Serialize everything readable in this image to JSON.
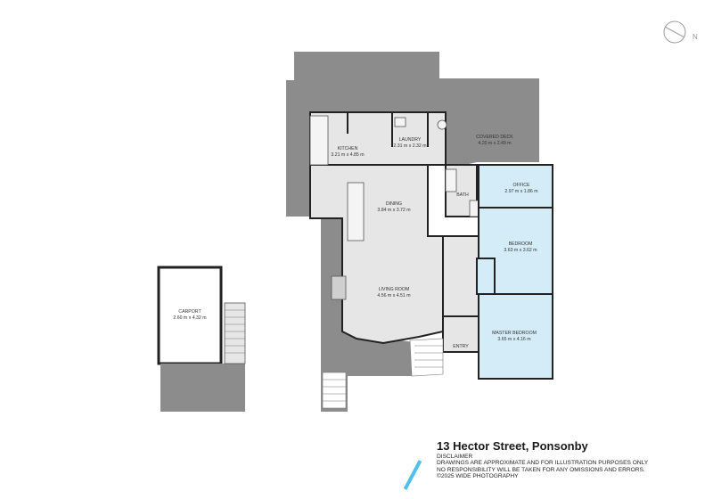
{
  "property": {
    "address": "13 Hector Street, Ponsonby"
  },
  "compass": {
    "label": "N",
    "icon": "north-arrow-icon"
  },
  "rooms": {
    "kitchen": {
      "name": "KITCHEN",
      "dims": "3.21 m x 4.85 m"
    },
    "laundry": {
      "name": "LAUNDRY",
      "dims": "2.31 m x 2.32 m"
    },
    "covered_deck": {
      "name": "COVERED DECK",
      "dims": "4.20 m x 2.49 m"
    },
    "office": {
      "name": "OFFICE",
      "dims": "2.97 m x 1.86 m"
    },
    "bath": {
      "name": "BATH"
    },
    "dining": {
      "name": "DINING",
      "dims": "3.84 m x 3.72 m"
    },
    "bedroom": {
      "name": "BEDROOM",
      "dims": "3.63 m x 3.62 m"
    },
    "living_room": {
      "name": "LIVING ROOM",
      "dims": "4.56 m x 4.51 m"
    },
    "master_bedroom": {
      "name": "MASTER BEDROOM",
      "dims": "3.65 m x 4.16 m"
    },
    "entry": {
      "name": "ENTRY"
    },
    "carport": {
      "name": "CARPORT",
      "dims": "2.60 m x 4.32 m"
    }
  },
  "disclaimer": {
    "heading": "DISCLAIMER",
    "line1": "DRAWINGS ARE APPROXIMATE AND FOR ILLUSTRATION PURPOSES ONLY",
    "line2": "NO RESPONSIBILITY WILL BE TAKEN FOR ANY OMISSIONS AND ERRORS.",
    "line3": "©2025 WIDE PHOTOGRAPHY"
  },
  "colors": {
    "outdoor": "#8c8c8c",
    "interior": "#e6e6e6",
    "bedroom_highlight": "#d4ecf8",
    "walls": "#222222",
    "brand": "#4fc1e9"
  }
}
